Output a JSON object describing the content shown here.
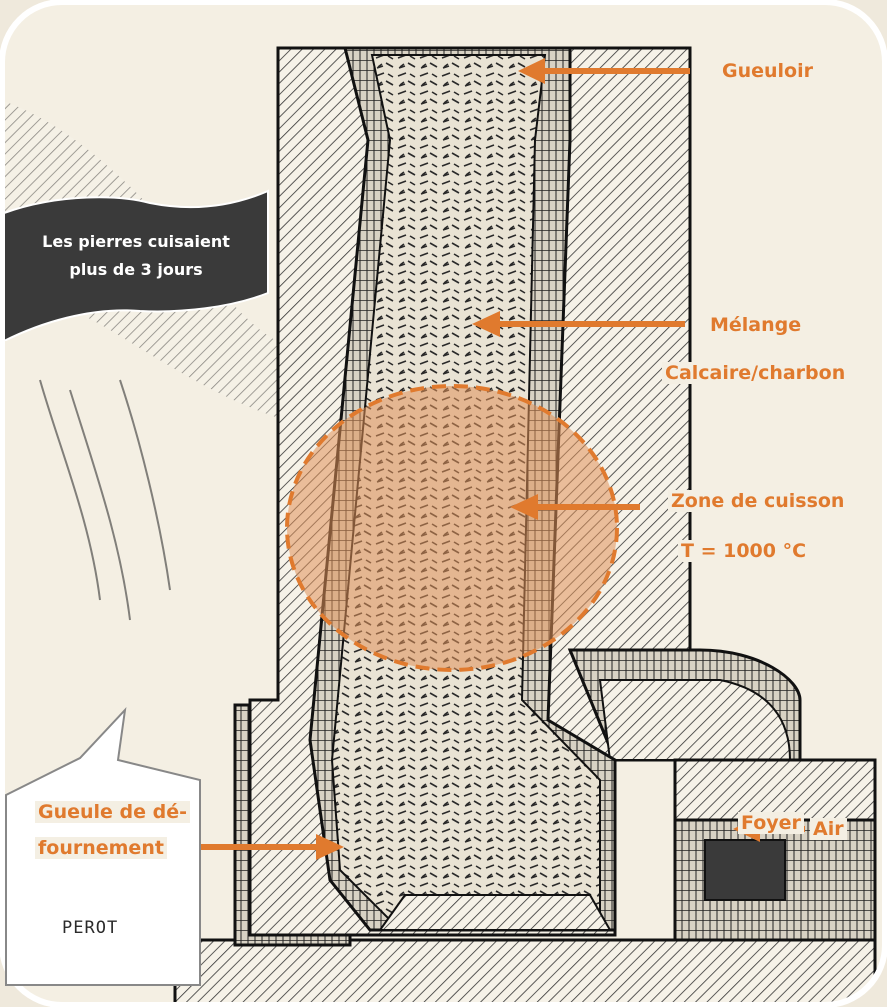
{
  "title_box": {
    "line1": "Les pierres cuisaient",
    "line2": "plus de 3 jours"
  },
  "labels": {
    "gueuloir": "Gueuloir",
    "melange": "Mélange",
    "melange_sub": "Calcaire/charbon",
    "zone": "Zone de cuisson",
    "temperature": "T = 1000 °C",
    "gueule1": "Gueule de dé-",
    "gueule2": "fournement",
    "foyer": "Foyer",
    "air": "Air"
  },
  "signature": "PEROT",
  "colors": {
    "accent": "#e07a2e",
    "callout_bg": "#3a3a3a",
    "zone_fill": "#e0925a"
  }
}
